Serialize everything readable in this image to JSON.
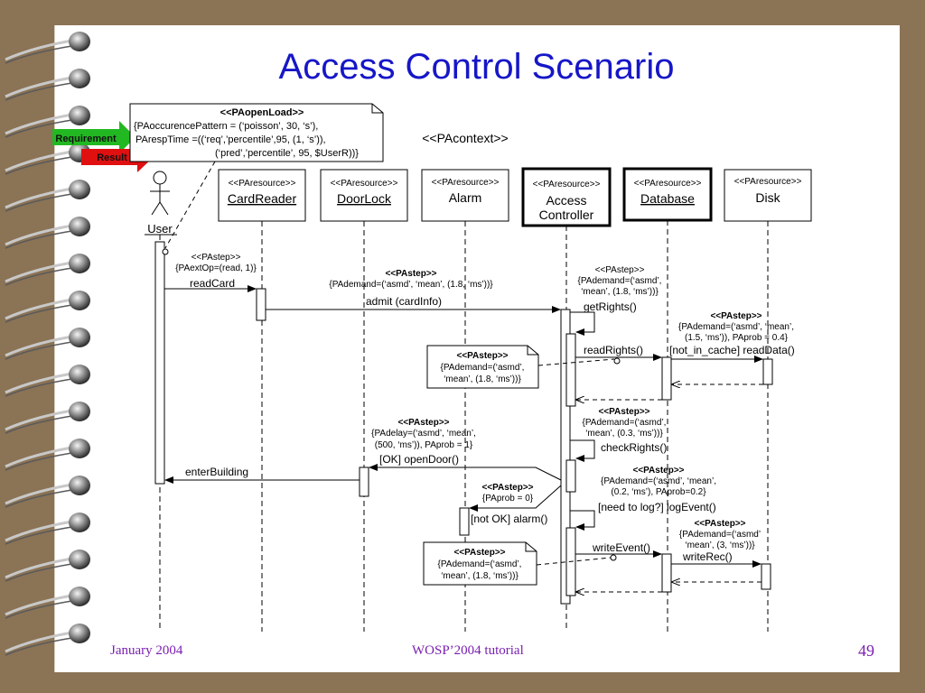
{
  "slide": {
    "title": "Access Control Scenario",
    "footer_left": "January 2004",
    "footer_center": "WOSP’2004 tutorial",
    "page_number": "49"
  },
  "colors": {
    "title": "#1616c8",
    "requirement": "#22b822",
    "result": "#e01010",
    "footer": "#7a1fb0"
  },
  "tags": {
    "requirement": "Requirement",
    "result": "Result"
  },
  "note": {
    "stereotype": "<<PAopenLoad>>",
    "line1": "{PAoccurencePattern = (‘poisson’, 30, ‘s’),",
    "line2": "PArespTime =((‘req’,’percentile’,95, (1, ‘s’)),",
    "line3": "(‘pred’,’percentile’, 95, $UserR))}"
  },
  "context_label": "<<PAcontext>>",
  "actor": {
    "name": "User"
  },
  "lifelines": [
    {
      "stereotype": "<<PAresource>>",
      "name": "CardReader"
    },
    {
      "stereotype": "<<PAresource>>",
      "name": "DoorLock"
    },
    {
      "stereotype": "<<PAresource>>",
      "name": "Alarm"
    },
    {
      "stereotype": "<<PAresource>>",
      "name": "Access",
      "name2": "Controller"
    },
    {
      "stereotype": "<<PAresource>>",
      "name": "Database"
    },
    {
      "stereotype": "<<PAresource>>",
      "name": "Disk"
    }
  ],
  "messages": {
    "readCard": "readCard",
    "admit": "admit (cardInfo)",
    "getRights": "getRights()",
    "readRights": "readRights()",
    "readData": "[not_in_cache] readData()",
    "checkRights": "checkRights()",
    "openDoor": "[OK] openDoor()",
    "enterBuilding": "enterBuilding",
    "alarm": "[not OK] alarm()",
    "logEvent": "[need to log?] logEvent()",
    "writeEvent": "writeEvent()",
    "writeRec": "writeRec()"
  },
  "annotations": {
    "a1": {
      "line1": "<<PAstep>>",
      "line2": "{PAextOp=(read, 1)}"
    },
    "a2": {
      "line1": "<<PAstep>>",
      "line2": "{PAdemand=(‘asmd’, ‘mean’, (1.8, ‘ms’))}"
    },
    "a3": {
      "line1": "<<PAstep>>",
      "line2": "{PAdemand=(‘asmd’,",
      "line3": "‘mean’, (1.8, ‘ms’))}"
    },
    "a4": {
      "line1": "<<PAstep>>",
      "line2": "{PAdemand=(‘asmd’, ‘mean’,",
      "line3": "(1.5, ‘ms’)),  PAprob = 0.4}"
    },
    "a5": {
      "line1": "<<PAstep>>",
      "line2": "{PAdemand=(‘asmd’,",
      "line3": "‘mean’, (0.3, ‘ms’))}"
    },
    "a6": {
      "line1": "<<PAstep>>",
      "line2": "{PAdelay=(‘asmd’, ‘mean’,",
      "line3": "(500, ‘ms’)), PAprob = 1}"
    },
    "a7": {
      "line1": "<<PAstep>>",
      "line2": "{PAdemand=(‘asmd’, ‘mean’,",
      "line3": "(0.2, ‘ms’), PAprob=0.2}"
    },
    "a8": {
      "line1": "<<PAstep>>",
      "line2": "{PAprob = 0}"
    },
    "a9": {
      "line1": "<<PAstep>>",
      "line2": "{PAdemand=(‘asmd’",
      "line3": "‘mean’, (3, ‘ms’))}"
    }
  },
  "notes": {
    "n1": {
      "line1": "<<PAstep>>",
      "line2": "{PAdemand=(‘asmd’,",
      "line3": "‘mean’, (1.8, ‘ms’))}"
    },
    "n2": {
      "line1": "<<PAstep>>",
      "line2": "{PAdemand=(‘asmd’,",
      "line3": "‘mean’, (1.8, ‘ms’))}"
    }
  }
}
